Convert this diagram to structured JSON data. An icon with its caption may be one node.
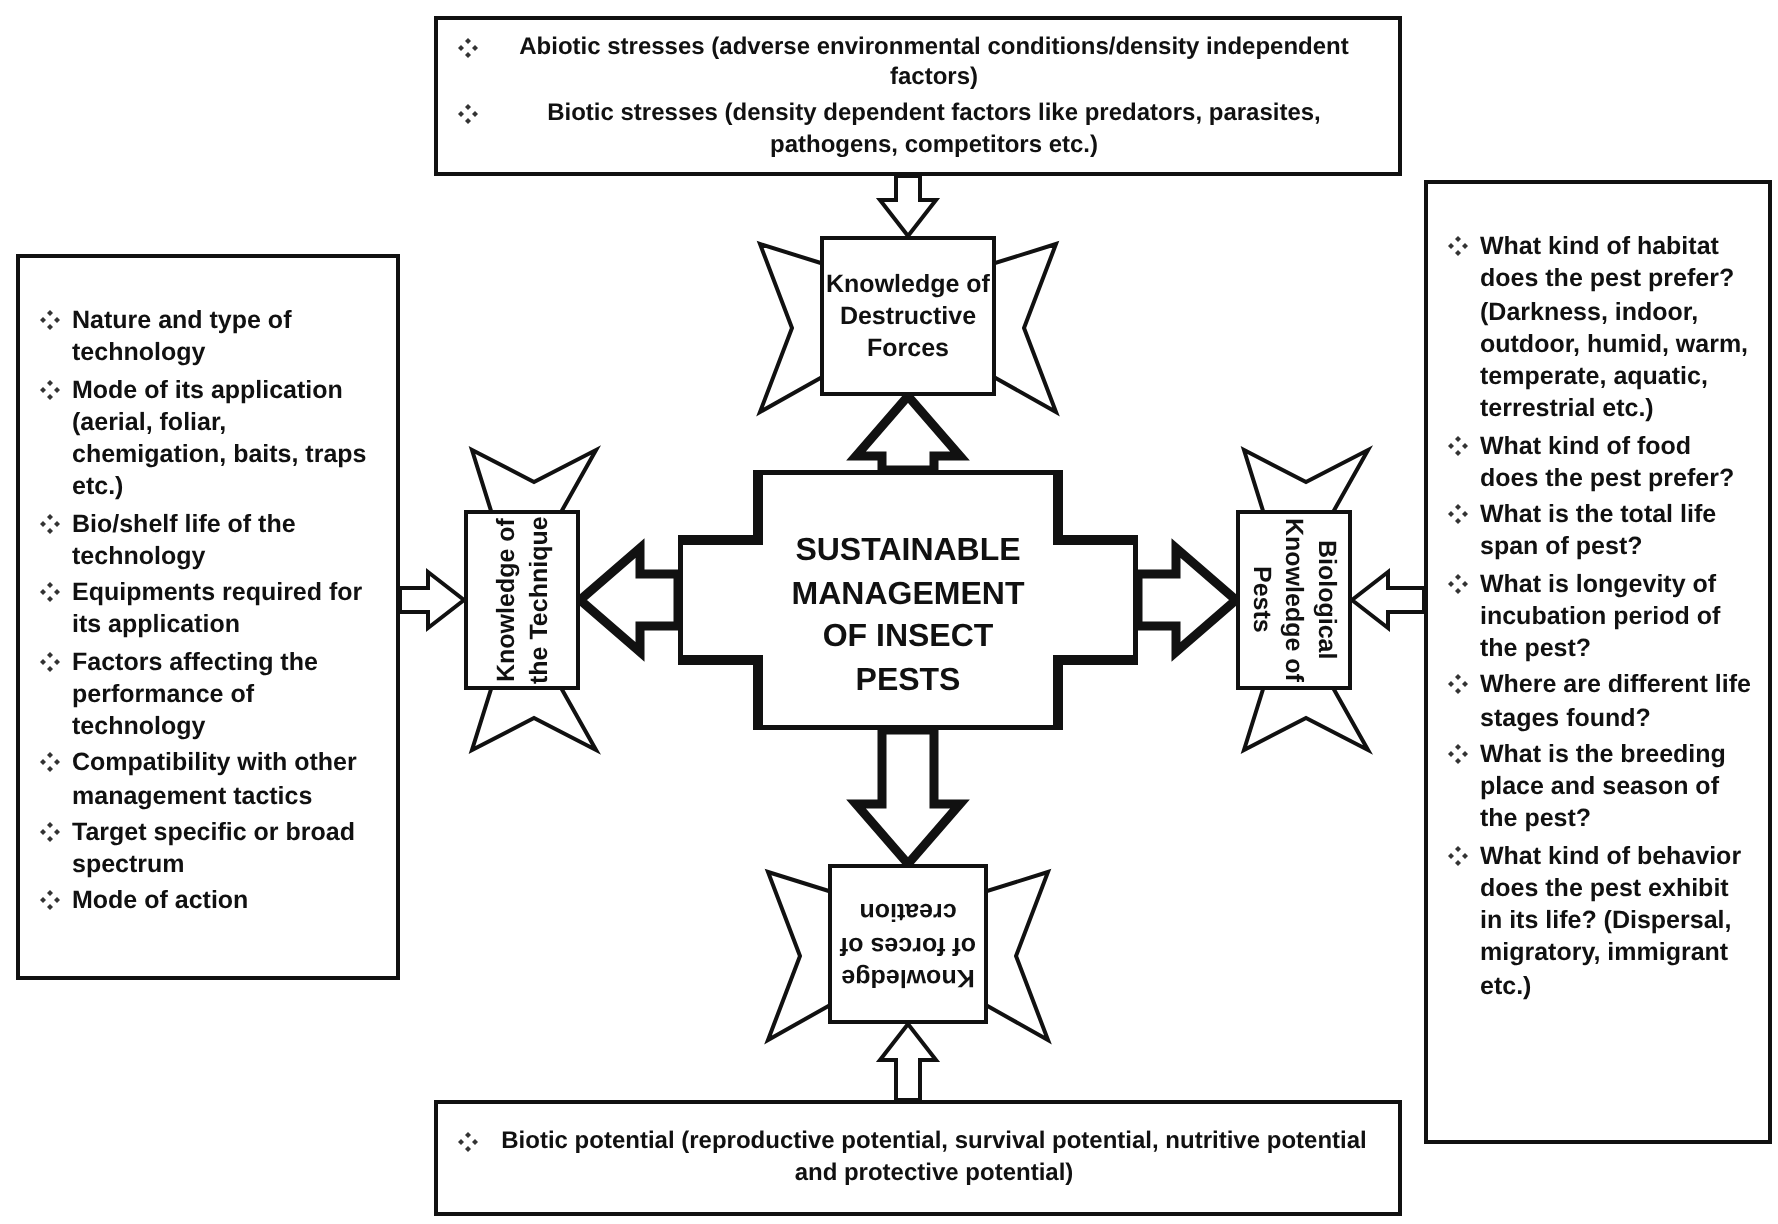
{
  "diagram": {
    "nodes": [
      {
        "text": [
          "Abiotic stresses (adverse environmental conditions/density independent factors)",
          "Biotic stresses (density dependent factors like predators, parasites, pathogens, competitors etc.)"
        ]
      },
      {
        "text": [
          "SUSTAINABLE MANAGEMENT OF INSECT PESTS"
        ]
      },
      {
        "text": [
          "Knowledge of Destructive Forces"
        ]
      },
      {
        "text": [
          "Knowledge of the Technique"
        ]
      },
      {
        "text": [
          "Biological Knowledge of Pests"
        ]
      },
      {
        "text": [
          "Knowledge of forces of creation"
        ]
      },
      {
        "text": [
          "Nature and type of technology",
          "Mode of its application (aerial, foliar, chemigation, baits, traps etc.)",
          "Bio/shelf life of the technology",
          "Equipments required for its application",
          "Factors affecting the performance of technology",
          "Compatibility with other management tactics",
          "Target specific or broad spectrum",
          "Mode of action"
        ]
      },
      {
        "text": [
          "What kind of habitat does the pest prefer? (Darkness, indoor, outdoor, humid, warm, temperate, aquatic, terrestrial etc.)",
          "What kind of food does the pest prefer?",
          "What is the total life span of pest?",
          "What is longevity of incubation period of the pest?",
          "Where are different life stages found?",
          "What is the breeding place and season of the pest?",
          "What kind of behavior does the pest exhibit in its life? (Dispersal, migratory, immigrant etc.)"
        ]
      },
      {
        "text": [
          "Biotic potential (reproductive potential, survival potential, nutritive potential and protective potential)"
        ]
      }
    ],
    "edges": [
      {
        "from": 1,
        "to": 2,
        "arrow": "to",
        "style": "thick"
      },
      {
        "from": 1,
        "to": 3,
        "arrow": "to",
        "style": "thick"
      },
      {
        "from": 1,
        "to": 4,
        "arrow": "to",
        "style": "thick"
      },
      {
        "from": 1,
        "to": 5,
        "arrow": "to",
        "style": "thick"
      },
      {
        "from": 0,
        "to": 2,
        "arrow": "to"
      },
      {
        "from": 6,
        "to": 3,
        "arrow": "to"
      },
      {
        "from": 7,
        "to": 4,
        "arrow": "to"
      },
      {
        "from": 8,
        "to": 5,
        "arrow": "to"
      }
    ]
  }
}
